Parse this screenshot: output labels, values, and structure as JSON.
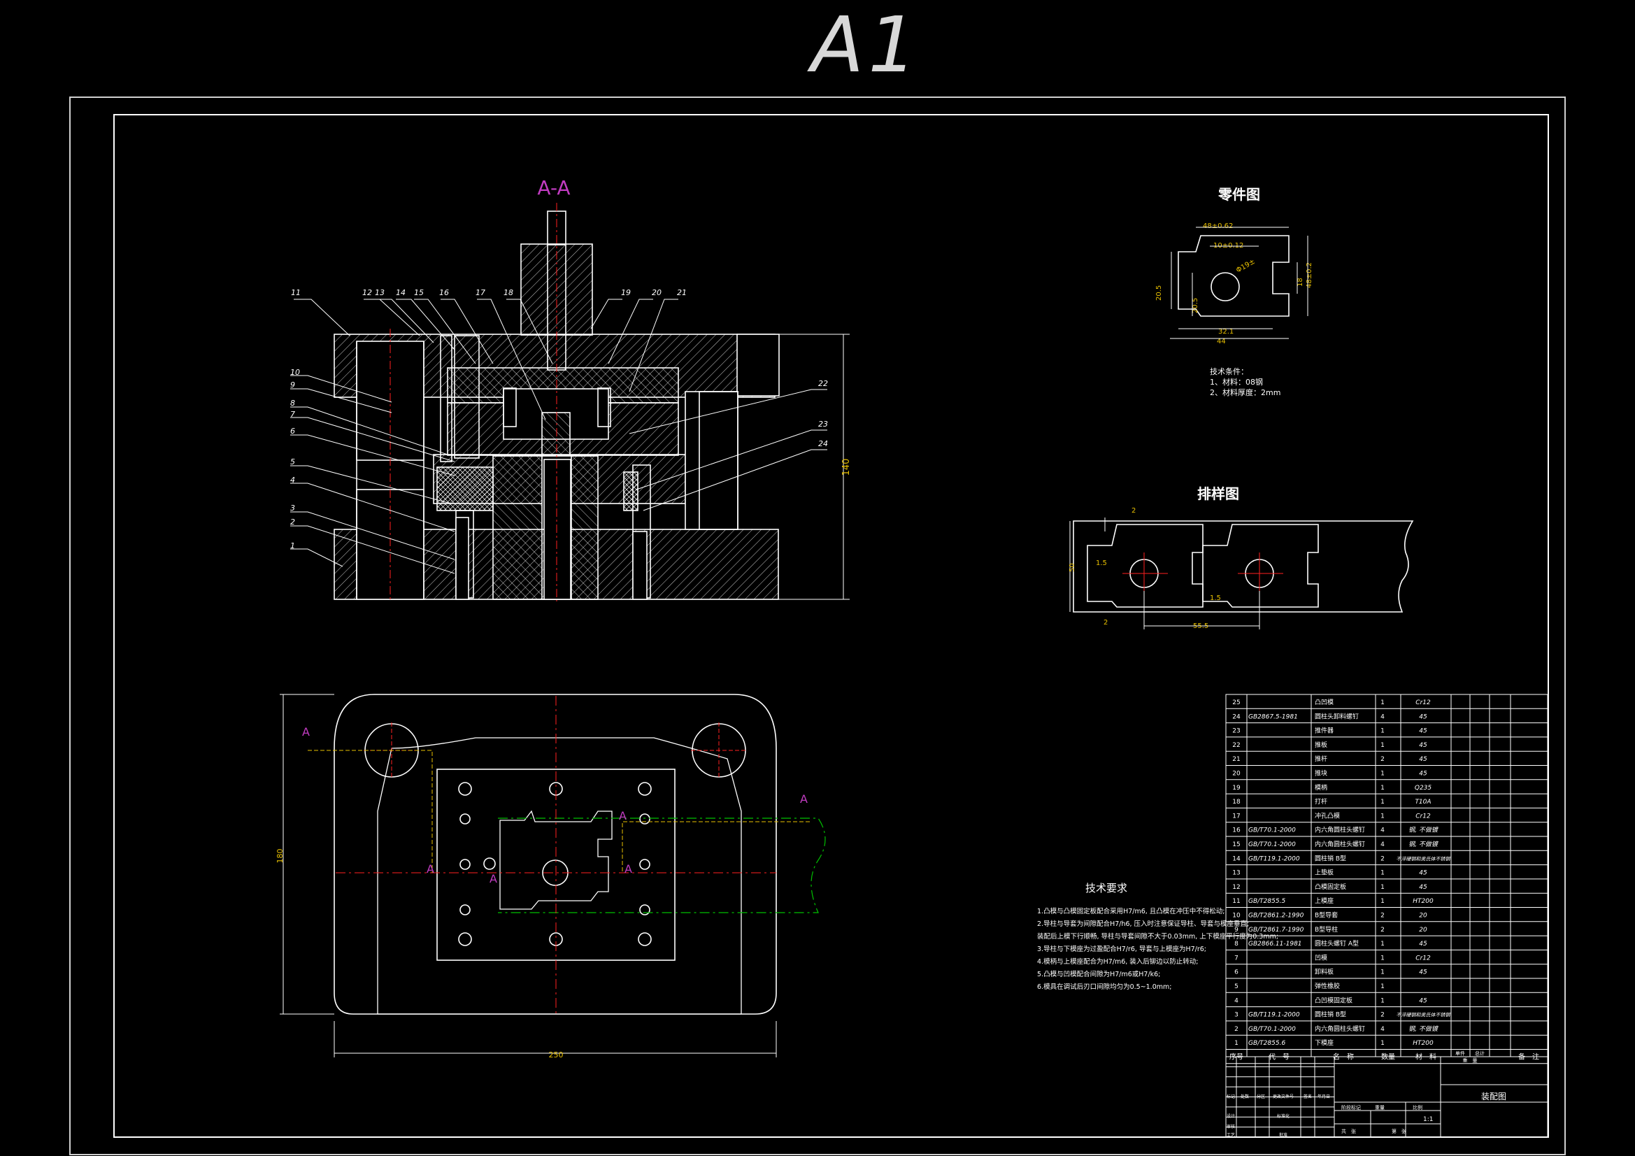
{
  "sheet_size": "A1",
  "section_label": "A-A",
  "part_drawing": {
    "title": "零件图",
    "dims": [
      "48±0.62",
      "10±0.12",
      "Φ19±",
      "20.5",
      "20.5",
      "32.1",
      "44",
      "18",
      "48±0.2"
    ],
    "notes_title": "技术条件：",
    "notes": [
      "1、材料：08钢",
      "2、材料厚度：2mm"
    ]
  },
  "layout_drawing": {
    "title": "排样图",
    "dims": [
      "2",
      "1.5",
      "1.5",
      "50",
      "55.5",
      "2"
    ]
  },
  "section_view": {
    "callouts": [
      "11",
      "12",
      "13",
      "14",
      "15",
      "16",
      "17",
      "18",
      "19",
      "20",
      "21",
      "10",
      "9",
      "8",
      "7",
      "6",
      "5",
      "4",
      "3",
      "2",
      "1",
      "22",
      "23",
      "24"
    ],
    "height_dim": "140"
  },
  "plan_view": {
    "cut_labels": [
      "A",
      "A",
      "A",
      "A",
      "A",
      "A"
    ],
    "width_dim": "250",
    "height_dim": "180"
  },
  "tech_requirements": {
    "title": "技术要求",
    "lines": [
      "1.凸模与凸模固定板配合采用H7/m6, 且凸模在冲压中不得松动;",
      "2.导柱与导套为间隙配合H7/h6, 压入时注意保证导柱、导套与模座垂直;",
      "  装配后上模下行顺畅, 导柱与导套间隙不大于0.03mm, 上下模座平行度为0.3mm;",
      "3.导柱与下模座为过盈配合H7/r6, 导套与上模座为H7/r6;",
      "4.模柄与上模座配合为H7/m6, 装入后铆边以防止转动;",
      "5.凸模与凹模配合间隙为H7/m6或H7/k6;",
      "6.模具在调试后刃口间隙均匀为0.5~1.0mm;"
    ]
  },
  "bom": {
    "rows": [
      [
        "25",
        "",
        "凸凹模",
        "1",
        "Cr12"
      ],
      [
        "24",
        "GB2867.5-1981",
        "圆柱头卸料螺钉",
        "4",
        "45"
      ],
      [
        "23",
        "",
        "推件器",
        "1",
        "45"
      ],
      [
        "22",
        "",
        "推板",
        "1",
        "45"
      ],
      [
        "21",
        "",
        "推杆",
        "2",
        "45"
      ],
      [
        "20",
        "",
        "推块",
        "1",
        "45"
      ],
      [
        "19",
        "",
        "模柄",
        "1",
        "Q235"
      ],
      [
        "18",
        "",
        "打杆",
        "1",
        "T10A"
      ],
      [
        "17",
        "",
        "冲孔凸模",
        "1",
        "Cr12"
      ],
      [
        "16",
        "GB/T70.1-2000",
        "内六角圆柱头螺钉",
        "4",
        "钢, 不做镀"
      ],
      [
        "15",
        "GB/T70.1-2000",
        "内六角圆柱头螺钉",
        "4",
        "钢, 不做镀"
      ],
      [
        "14",
        "GB/T119.1-2000",
        "圆柱销 B型",
        "2",
        "不淬硬钢和奥氏体不锈钢"
      ],
      [
        "13",
        "",
        "上垫板",
        "1",
        "45"
      ],
      [
        "12",
        "",
        "凸模固定板",
        "1",
        "45"
      ],
      [
        "11",
        "GB/T2855.5",
        "上模座",
        "1",
        "HT200"
      ],
      [
        "10",
        "GB/T2861.2-1990",
        "B型导套",
        "2",
        "20"
      ],
      [
        "9",
        "GB/T2861.7-1990",
        "B型导柱",
        "2",
        "20"
      ],
      [
        "8",
        "GB2866.11-1981",
        "圆柱头螺钉 A型",
        "1",
        "45"
      ],
      [
        "7",
        "",
        "凹模",
        "1",
        "Cr12"
      ],
      [
        "6",
        "",
        "卸料板",
        "1",
        "45"
      ],
      [
        "5",
        "",
        "弹性橡胶",
        "1",
        ""
      ],
      [
        "4",
        "",
        "凸凹模固定板",
        "1",
        "45"
      ],
      [
        "3",
        "GB/T119.1-2000",
        "圆柱销 B型",
        "2",
        "不淬硬钢和奥氏体不锈钢"
      ],
      [
        "2",
        "GB/T70.1-2000",
        "内六角圆柱头螺钉",
        "4",
        "钢, 不做镀"
      ],
      [
        "1",
        "GB/T2855.6",
        "下模座",
        "1",
        "HT200"
      ]
    ],
    "header": [
      "序号",
      "代　号",
      "名　称",
      "数量",
      "材　料",
      "单件",
      "总计",
      "重　量",
      "备　注"
    ]
  },
  "title_block": {
    "drawing_name": "装配图",
    "cells": [
      "标记",
      "处数",
      "分区",
      "更改文件号",
      "签名",
      "年月日",
      "设计",
      "标准化",
      "审核",
      "工艺",
      "批准",
      "阶段标记",
      "重量",
      "比例",
      "共　张",
      "第　张"
    ],
    "scale": "1:1"
  }
}
